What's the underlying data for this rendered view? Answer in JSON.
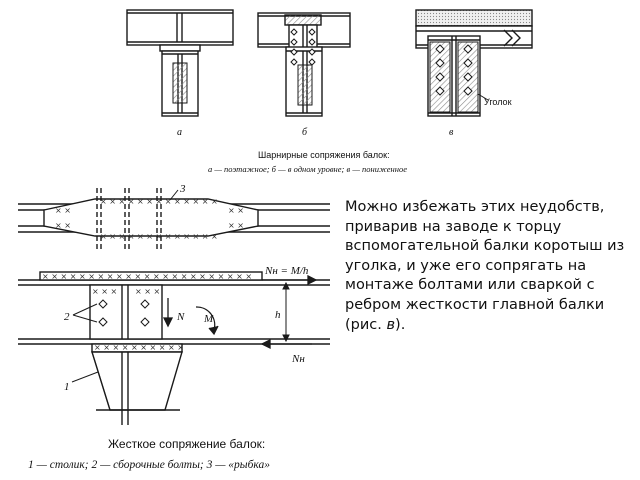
{
  "top_figure": {
    "labels": {
      "a": "а",
      "b": "б",
      "v": "в"
    },
    "angle_label": "Уголок",
    "caption_title": "Шарнирные сопряжения балок:",
    "caption_desc": "а — поэтажное; б — в одном уровне; в — пониженное"
  },
  "bottom_figure": {
    "numbers": {
      "one": "1",
      "two": "2",
      "three": "3"
    },
    "force_top": "Nн = M/h",
    "force_bottom": "Nн",
    "h_label": "h",
    "n_label": "N",
    "m_label": "M",
    "caption_title": "Жесткое сопряжение балок:",
    "caption_desc": "1 — столик; 2 — сборочные болты; 3 — «рыбка»"
  },
  "paragraph": {
    "lines": [
      "Можно избежать этих неудобств,",
      "приварив на заводе к торцу",
      "вспомогательной балки коротыш из",
      "уголка, и уже его сопрягать на",
      "монтаже болтами или сваркой с",
      "ребром жесткости главной балки"
    ],
    "last_prefix": "(рис. ",
    "last_italic": "в",
    "last_suffix": ")."
  },
  "colors": {
    "ink": "#1a1a1a",
    "hatch": "#9a9a9a",
    "background": "#ffffff"
  }
}
